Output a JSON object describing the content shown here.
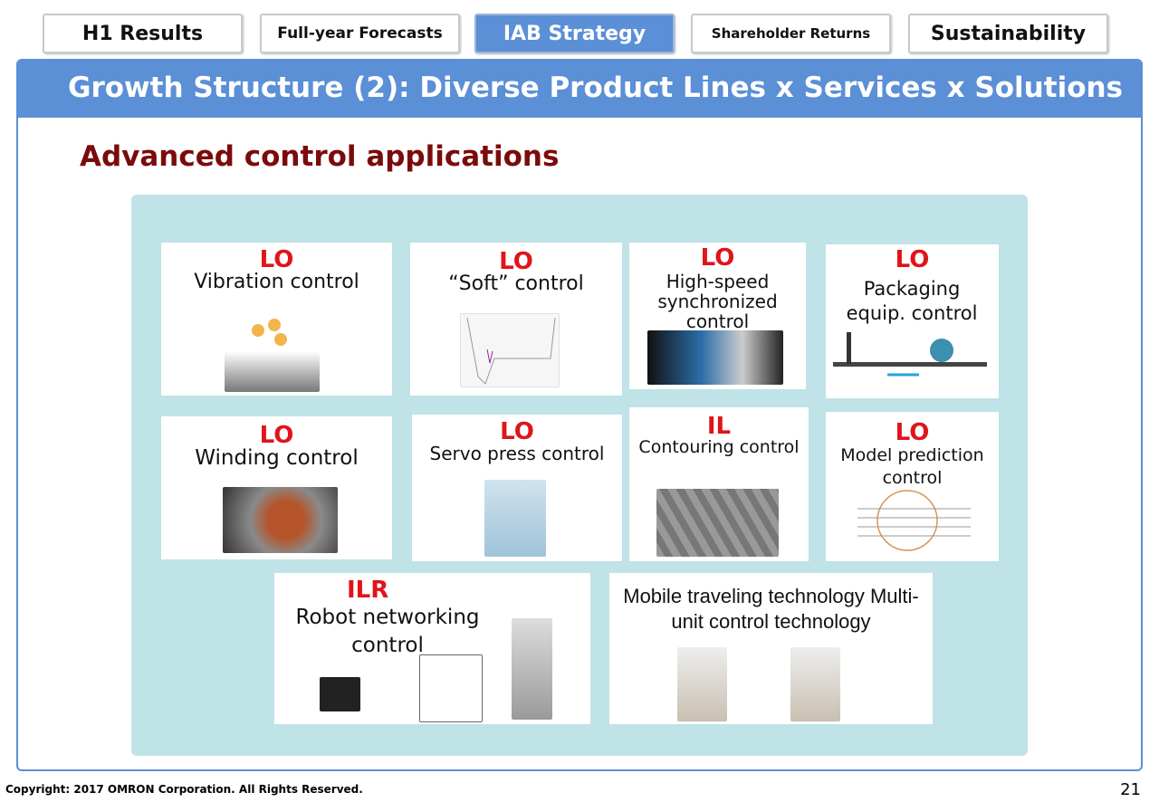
{
  "tabs": [
    "H1 Results",
    "Full-year Forecasts",
    "IAB Strategy",
    "Shareholder Returns",
    "Sustainability"
  ],
  "active_tab": "IAB Strategy",
  "header": {
    "title": "Growth Structure (2): Diverse Product Lines x Services x Solutions"
  },
  "subtitle": "Advanced control applications",
  "cards": [
    {
      "tag": "LO",
      "label": "Vibration control"
    },
    {
      "tag": "LO",
      "label": "“Soft” control"
    },
    {
      "tag": "LO",
      "label": "High-speed synchronized control"
    },
    {
      "tag": "LO",
      "label": "Packaging equip. control"
    },
    {
      "tag": "LO",
      "label": "Winding control"
    },
    {
      "tag": "LO",
      "label": "Servo press control"
    },
    {
      "tag": "IL",
      "label": "Contouring control"
    },
    {
      "tag": "LO",
      "label": "Model prediction control"
    },
    {
      "tag": "ILR",
      "label": "Robot networking control"
    },
    {
      "tag": "",
      "label": "Mobile traveling technology Multi-unit control technology"
    }
  ],
  "footer": {
    "copyright": "Copyright: 2017 OMRON Corporation. All Rights Reserved.",
    "page": "21"
  }
}
